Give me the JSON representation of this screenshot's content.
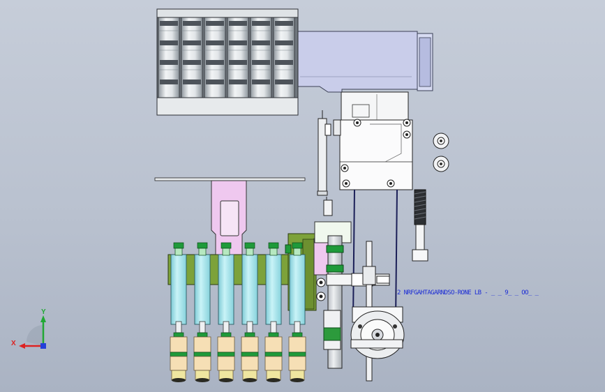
{
  "annotation": "2 NRFGAHTAGARNDSO-RONE LB - _ _ 9_ _ OO_ _",
  "triad": {
    "x_label": "X",
    "y_label": "Y"
  },
  "colors": {
    "background_top": "#c6cdd9",
    "background_bottom": "#aab3c3",
    "cylinder_cyan": "#9ee3ec",
    "fitting_green": "#1f9a3a",
    "base_green": "#7da23a",
    "bracket_lavender": "#c9cdea",
    "pink_block": "#efc8ef",
    "beige_sleeve": "#f6dfb5",
    "annotation_blue": "#1a2bd6"
  }
}
